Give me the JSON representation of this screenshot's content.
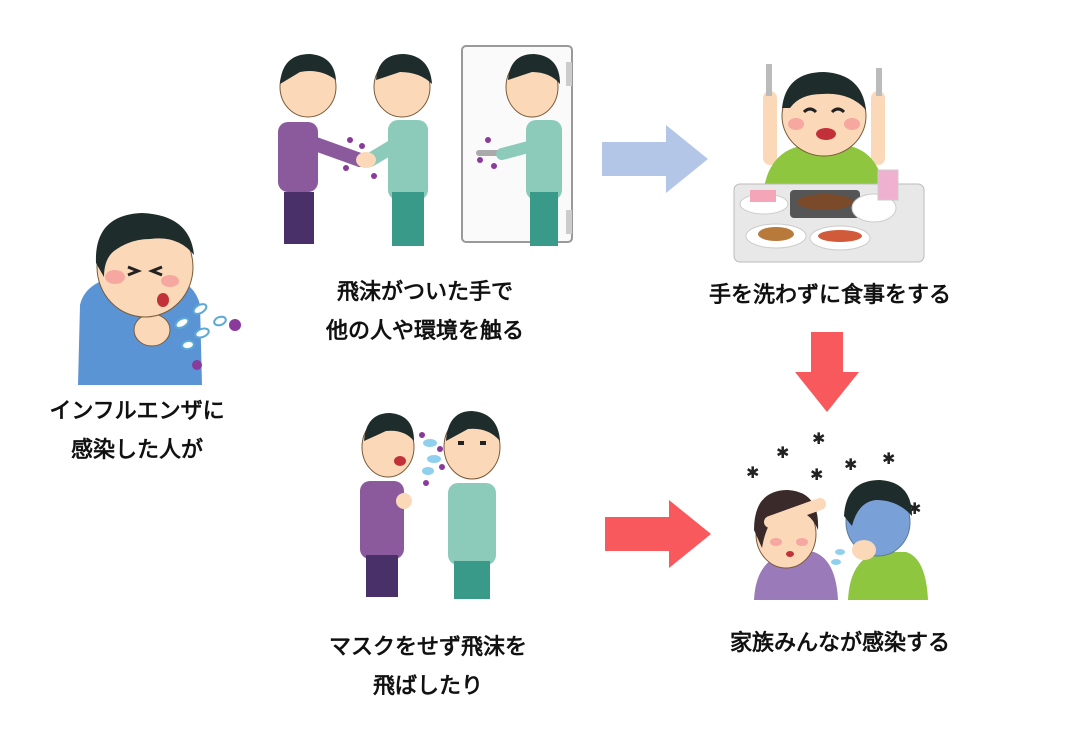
{
  "steps": {
    "infected": {
      "line1": "インフルエンザに",
      "line2": "感染した人が"
    },
    "touch": {
      "line1": "飛沫がついた手で",
      "line2": "他の人や環境を触る"
    },
    "eat": {
      "line1": "手を洗わずに食事をする"
    },
    "spray": {
      "line1": "マスクをせず飛沫を",
      "line2": "飛ばしたり"
    },
    "family": {
      "line1": "家族みんなが感染する"
    }
  },
  "colors": {
    "arrow_blue": "#b4c6e7",
    "arrow_red": "#f8595c",
    "hair": "#1e2c2c",
    "skin": "#fbd9b8",
    "shirt_purple": "#8a5a9c",
    "shirt_teal": "#8ccaba",
    "shirt_blue": "#5b94d4",
    "shirt_green": "#8ec63f",
    "virus": "#8a3a9a"
  },
  "connectors": [
    {
      "from": "touch",
      "to": "eat",
      "style": "arrow_blue"
    },
    {
      "from": "eat",
      "to": "family",
      "style": "arrow_red"
    },
    {
      "from": "spray",
      "to": "family",
      "style": "arrow_red"
    }
  ]
}
